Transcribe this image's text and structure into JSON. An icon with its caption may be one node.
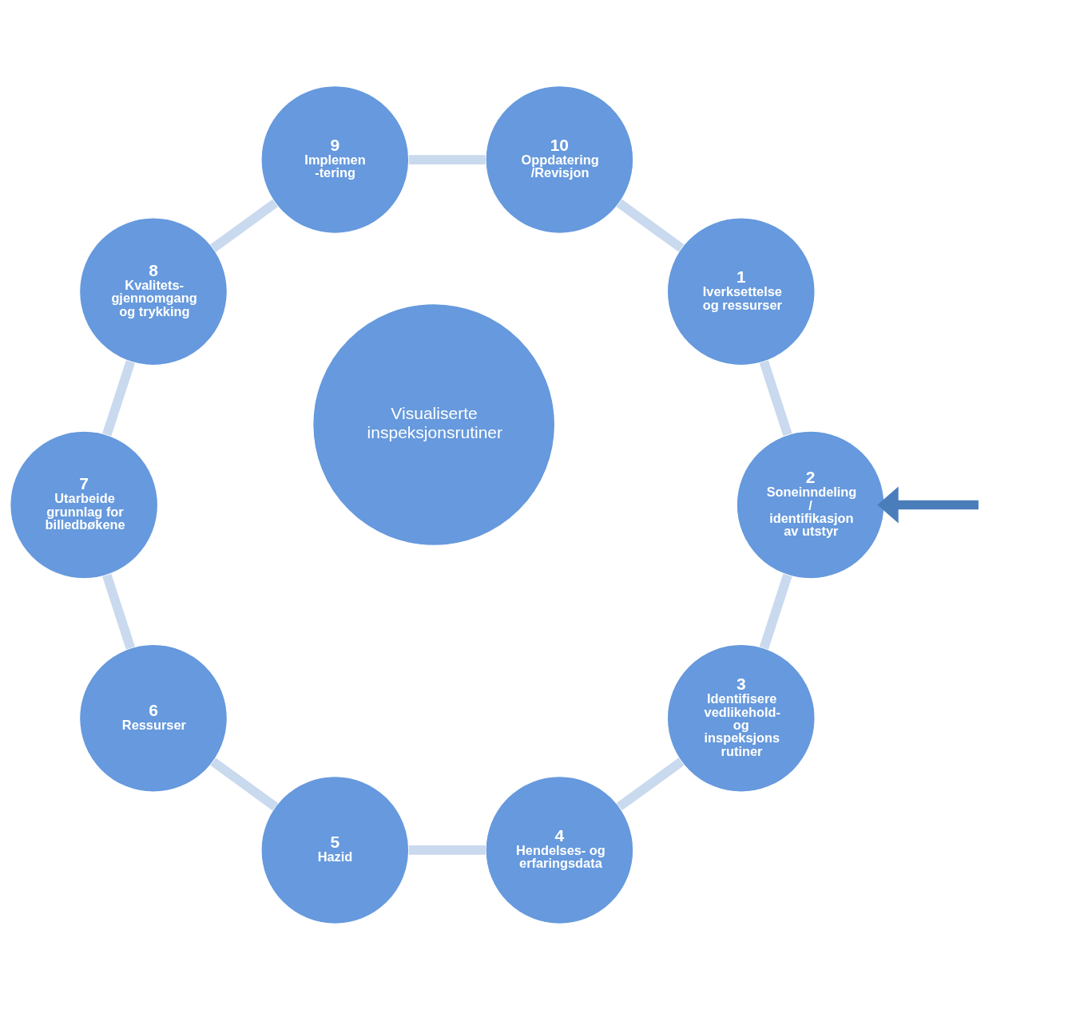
{
  "diagram": {
    "nodes": [
      {
        "text": [
          "Visualiserte inspeksjonsrutiner"
        ]
      },
      {
        "text": [
          "1",
          "Iverksettelse og ressurser"
        ]
      },
      {
        "text": [
          "2",
          "Soneinndeling / identifikasjon av utstyr"
        ]
      },
      {
        "text": [
          "3",
          "Identifisere vedlikehold- og inspeksjons rutiner"
        ]
      },
      {
        "text": [
          "4",
          "Hendelses- og erfaringsdata"
        ]
      },
      {
        "text": [
          "5",
          "Hazid"
        ]
      },
      {
        "text": [
          "6",
          "Ressurser"
        ]
      },
      {
        "text": [
          "7",
          "Utarbeide grunnlag for billedbøkene"
        ]
      },
      {
        "text": [
          "8",
          "Kvalitets- gjennomgang og trykking"
        ]
      },
      {
        "text": [
          "9",
          "Implemen -tering"
        ]
      },
      {
        "text": [
          "10",
          "Oppdatering /Revisjon"
        ]
      }
    ],
    "edges": [
      {
        "from": 1,
        "to": 2,
        "arrow": "none"
      },
      {
        "from": 2,
        "to": 3,
        "arrow": "none"
      },
      {
        "from": 3,
        "to": 4,
        "arrow": "none"
      },
      {
        "from": 4,
        "to": 5,
        "arrow": "none"
      },
      {
        "from": 5,
        "to": 6,
        "arrow": "none"
      },
      {
        "from": 6,
        "to": 7,
        "arrow": "none"
      },
      {
        "from": 7,
        "to": 8,
        "arrow": "none"
      },
      {
        "from": 8,
        "to": 9,
        "arrow": "none"
      },
      {
        "from": 9,
        "to": 10,
        "arrow": "none"
      },
      {
        "from": 10,
        "to": 1,
        "arrow": "none"
      },
      {
        "from": null,
        "to": 2,
        "arrow": "to",
        "color": "#4a7ebb"
      }
    ]
  }
}
